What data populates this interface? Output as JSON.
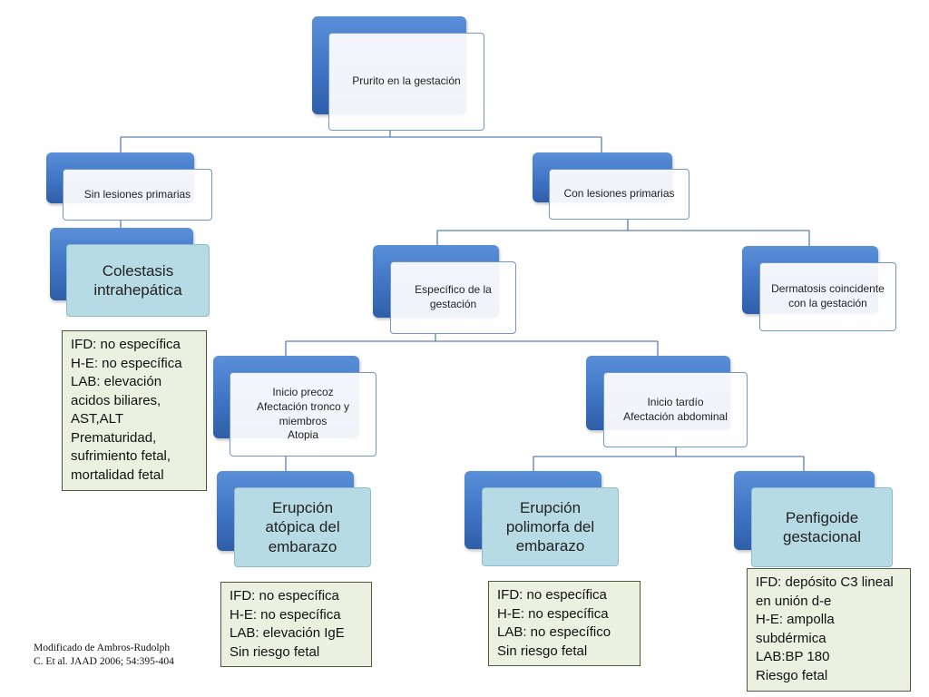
{
  "root": {
    "label": "Prurito en la gestación"
  },
  "no_primary": {
    "label": "Sin lesiones primarias"
  },
  "with_primary": {
    "label": "Con lesiones primarias"
  },
  "colestasis": {
    "label": "Colestasis\nintrahepática"
  },
  "specific": {
    "label": "Específico de la\ngestación"
  },
  "coincident": {
    "label": "Dermatosis coincidente\ncon la gestación"
  },
  "early": {
    "label": "Inicio precoz\nAfectación tronco y\nmiembros\nAtopia"
  },
  "late": {
    "label": "Inicio tardío\nAfectación abdominal"
  },
  "atopic": {
    "label": "Erupción\natópica del\nembarazo"
  },
  "polymorphic": {
    "label": "Erupción\npolimorfa del\nembarazo"
  },
  "pemphigoid": {
    "label": "Penfigoide\ngestacional"
  },
  "info_colestasis": {
    "text": "IFD: no específica\nH-E: no específica\nLAB: elevación\nacidos biliares,\nAST,ALT\nPrematuridad,\nsufrimiento fetal,\nmortalidad fetal"
  },
  "info_atopic": {
    "text": "IFD: no específica\nH-E: no específica\nLAB: elevación IgE\nSin riesgo fetal"
  },
  "info_polymorphic": {
    "text": "IFD: no específica\nH-E: no específica\nLAB: no específico\nSin riesgo fetal"
  },
  "info_pemphigoid": {
    "text": "IFD: depósito C3 lineal\nen unión d-e\nH-E: ampolla\nsubdérmica\nLAB:BP 180\nRiesgo fetal"
  },
  "citation": {
    "text": "Modificado de Ambros-Rudolph\nC. Et al. JAAD 2006; 54:395-404"
  }
}
